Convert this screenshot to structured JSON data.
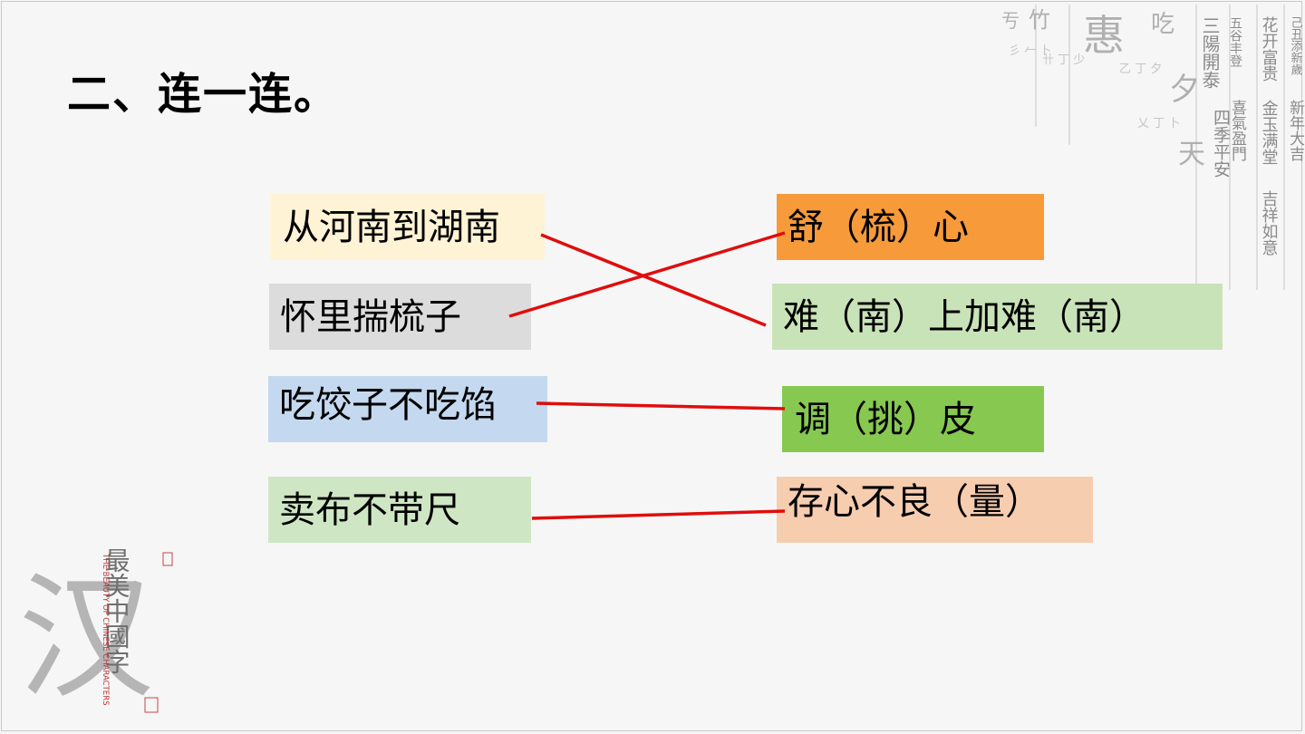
{
  "title": "二、连一连。",
  "left_items": [
    {
      "text": "从河南到湖南",
      "color": "#fff3d6"
    },
    {
      "text": "怀里揣梳子",
      "color": "#dcdcdc"
    },
    {
      "text": "吃饺子不吃馅",
      "color": "#c4d9ef"
    },
    {
      "text": "卖布不带尺",
      "color": "#cfe6c4"
    }
  ],
  "right_items": [
    {
      "text": "舒（梳）心",
      "color": "#f79a3a"
    },
    {
      "text": "难（南）上加难（南）",
      "color": "#c9e3b8"
    },
    {
      "text": "调（挑）皮",
      "color": "#86c850"
    },
    {
      "text": "存心不良（量）",
      "color": "#f7cdb0"
    }
  ],
  "connections": [
    {
      "from": "从河南到湖南",
      "to": "难（南）上加难（南）"
    },
    {
      "from": "怀里揣梳子",
      "to": "舒（梳）心"
    },
    {
      "from": "吃饺子不吃馅",
      "to": "调（挑）皮"
    },
    {
      "from": "卖布不带尺",
      "to": "存心不良（量）"
    }
  ],
  "line_color": "#e00d0d",
  "decor": {
    "right_columns": [
      "三陽開泰",
      "喜氣盈門",
      "五谷丰登",
      "四季平安",
      "花开富贵",
      "金玉满堂",
      "吉祥如意",
      "新年大吉",
      "己丑添新歲"
    ],
    "logo_char": "汉",
    "logo_title": "最美中國字",
    "logo_english": "THE BEAUTY OF CHINESE CHARACTERS"
  }
}
